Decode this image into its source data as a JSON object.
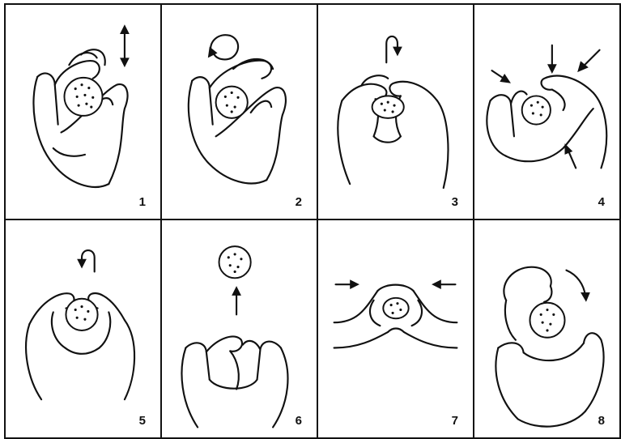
{
  "steps": [
    {
      "number": "1",
      "icon": "hands-rolling-ball-up-down-icon",
      "arrow": "double-vertical-arrow-icon"
    },
    {
      "number": "2",
      "icon": "hands-rolling-ball-circular-icon",
      "arrow": "circular-arrow-icon"
    },
    {
      "number": "3",
      "icon": "hands-flattening-ball-icon",
      "arrow": "curved-turn-arrow-icon"
    },
    {
      "number": "4",
      "icon": "hands-pressing-ball-icon",
      "arrow": "inward-arrows-icon"
    },
    {
      "number": "5",
      "icon": "hands-folding-ball-icon",
      "arrow": "curved-turn-arrow-icon"
    },
    {
      "number": "6",
      "icon": "ball-tossed-up-from-hands-icon",
      "arrow": "up-arrow-icon"
    },
    {
      "number": "7",
      "icon": "hands-squeezing-ball-sideways-icon",
      "arrow": "inward-horizontal-arrows-icon"
    },
    {
      "number": "8",
      "icon": "hand-rolling-ball-in-palm-icon",
      "arrow": "curved-down-arrow-icon"
    }
  ]
}
